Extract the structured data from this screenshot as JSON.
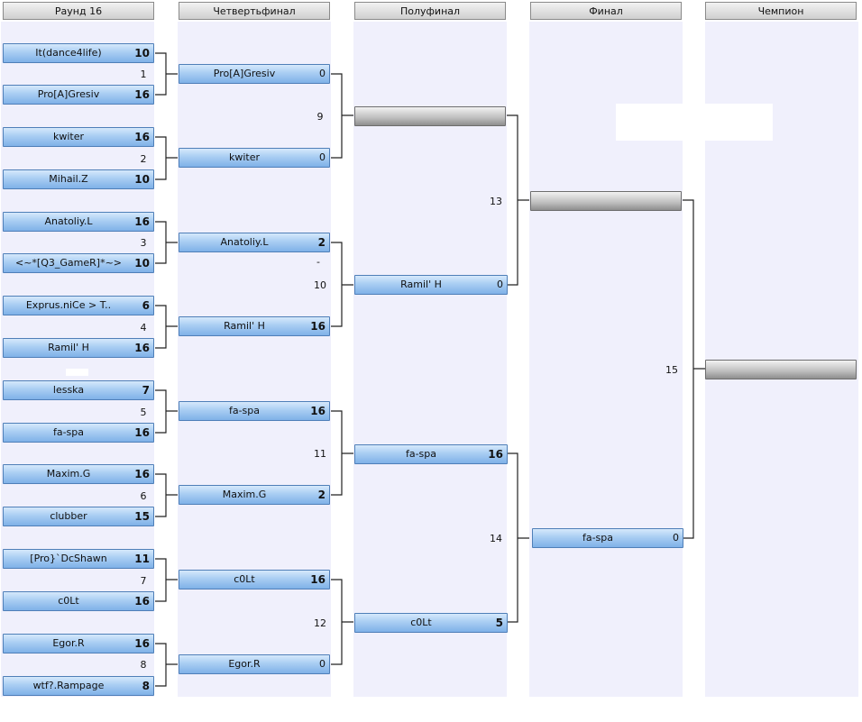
{
  "headers": [
    "Раунд 16",
    "Четвертьфинал",
    "Полуфинал",
    "Финал",
    "Чемпион"
  ],
  "round16": [
    {
      "name": "It(dance4life)",
      "score": "10"
    },
    {
      "name": "Pro[A]Gresiv",
      "score": "16"
    },
    {
      "name": "kwiter",
      "score": "16"
    },
    {
      "name": "Mihail.Z",
      "score": "10"
    },
    {
      "name": "Anatoliy.L",
      "score": "16"
    },
    {
      "name": "<~*[Q3_GameR]*~>",
      "score": "10"
    },
    {
      "name": "Exprus.niCe > T..",
      "score": "6"
    },
    {
      "name": "Ramil' H",
      "score": "16"
    },
    {
      "name": "lesska",
      "score": "7"
    },
    {
      "name": "fa-spa",
      "score": "16"
    },
    {
      "name": "Maxim.G",
      "score": "16"
    },
    {
      "name": "clubber",
      "score": "15"
    },
    {
      "name": "[Pro}`DcShawn",
      "score": "11"
    },
    {
      "name": "c0Lt",
      "score": "16"
    },
    {
      "name": "Egor.R",
      "score": "16"
    },
    {
      "name": "wtf?.Rampage",
      "score": "8"
    }
  ],
  "quarter": [
    {
      "name": "Pro[A]Gresiv",
      "score": "0"
    },
    {
      "name": "kwiter",
      "score": "0"
    },
    {
      "name": "Anatoliy.L",
      "score": "2"
    },
    {
      "name": "Ramil' H",
      "score": "16"
    },
    {
      "name": "fa-spa",
      "score": "16"
    },
    {
      "name": "Maxim.G",
      "score": "2"
    },
    {
      "name": "c0Lt",
      "score": "16"
    },
    {
      "name": "Egor.R",
      "score": "0"
    }
  ],
  "semi": [
    {
      "name": "",
      "score": ""
    },
    {
      "name": "Ramil' H",
      "score": "0"
    },
    {
      "name": "fa-spa",
      "score": "16"
    },
    {
      "name": "c0Lt",
      "score": "5"
    }
  ],
  "final": [
    {
      "name": "",
      "score": ""
    },
    {
      "name": "fa-spa",
      "score": "0"
    }
  ],
  "champion": {
    "name": "",
    "score": ""
  },
  "match_numbers": [
    "1",
    "2",
    "3",
    "4",
    "5",
    "6",
    "7",
    "8",
    "9",
    "10",
    "11",
    "12",
    "13",
    "14",
    "15"
  ],
  "dash": "-"
}
